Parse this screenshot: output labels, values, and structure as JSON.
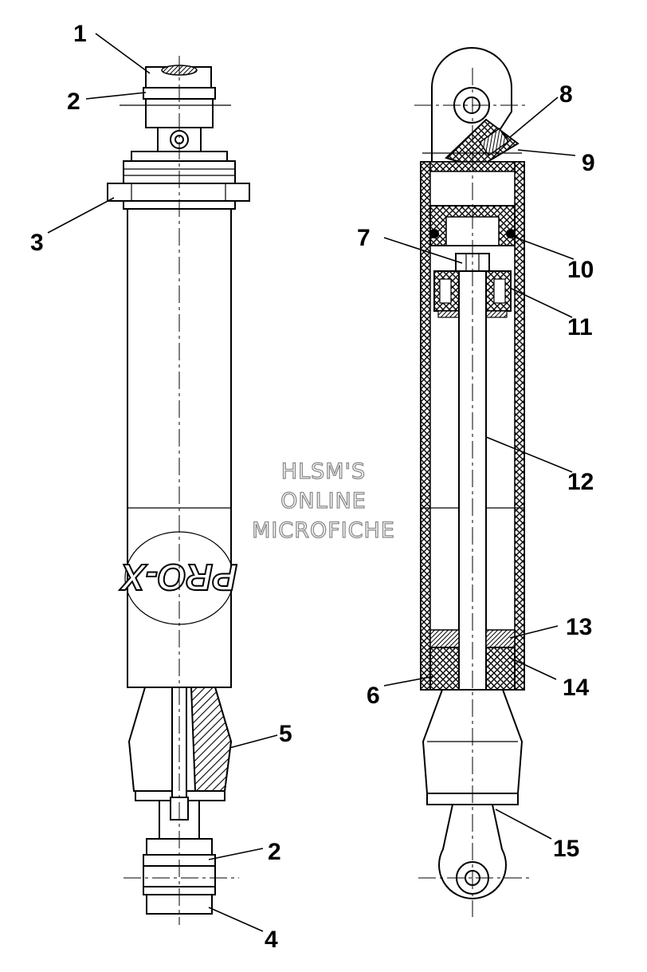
{
  "diagram": {
    "callouts": [
      "1",
      "2",
      "3",
      "2",
      "4",
      "5",
      "6",
      "7",
      "8",
      "9",
      "10",
      "11",
      "12",
      "13",
      "14",
      "15"
    ],
    "watermark": [
      "HLSM'S",
      "ONLINE",
      "MICROFICHE"
    ],
    "logo_text": "PRO-X"
  },
  "colors": {
    "ink": "#000000",
    "paper": "#ffffff",
    "watermark_outline": "#8a8a8a"
  }
}
